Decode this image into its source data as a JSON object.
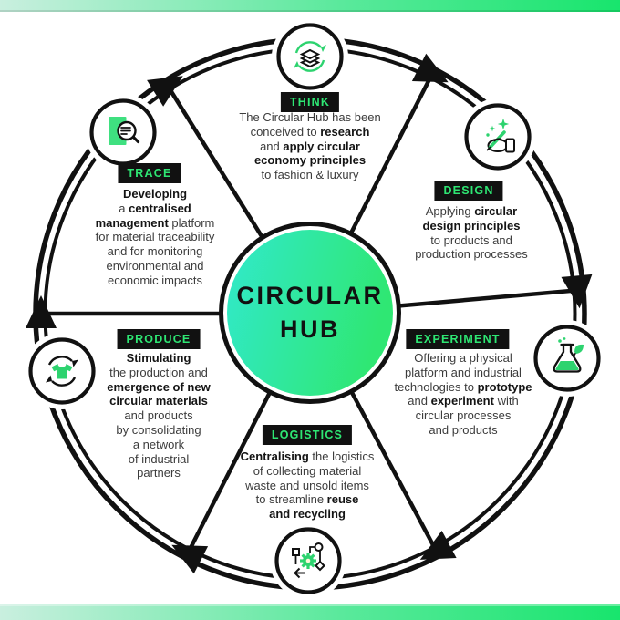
{
  "center": {
    "line1": "CIRCULAR",
    "line2": "HUB"
  },
  "flow": {
    "direction": "clockwise",
    "arrow_count": 6
  },
  "colors": {
    "accent_green": "#2dd36f",
    "badge_bg": "#111111",
    "badge_text": "#2ee673",
    "hub_gradient": [
      "#31e9c7",
      "#2fe773"
    ],
    "frame_gradient": [
      "#c9efdf",
      "#18e56d"
    ],
    "line_black": "#111111",
    "body_text": "#3c3c3c"
  },
  "sections": [
    {
      "id": "think",
      "label": "THINK",
      "icon": "layers-recycle-icon",
      "segments": [
        {
          "t": "The Circular Hub has been\nconceived to "
        },
        {
          "t": "research",
          "b": true
        },
        {
          "t": "\nand "
        },
        {
          "t": "apply circular\neconomy principles",
          "b": true
        },
        {
          "t": "\nto fashion & luxury"
        }
      ]
    },
    {
      "id": "design",
      "label": "DESIGN",
      "icon": "hand-pen-sparkles-icon",
      "segments": [
        {
          "t": "Applying "
        },
        {
          "t": "circular\ndesign principles",
          "b": true
        },
        {
          "t": "\nto products and\nproduction processes"
        }
      ]
    },
    {
      "id": "experiment",
      "label": "EXPERIMENT",
      "icon": "flask-leaf-icon",
      "segments": [
        {
          "t": "Offering a physical\nplatform and industrial\ntechnologies to "
        },
        {
          "t": "prototype",
          "b": true
        },
        {
          "t": "\nand "
        },
        {
          "t": "experiment",
          "b": true
        },
        {
          "t": " with\ncircular processes\nand products"
        }
      ]
    },
    {
      "id": "logistics",
      "label": "LOGISTICS",
      "icon": "gear-workflow-icon",
      "segments": [
        {
          "t": "Centralising",
          "b": true
        },
        {
          "t": " the logistics\nof collecting material\nwaste and unsold items\nto streamline "
        },
        {
          "t": "reuse\nand recycling",
          "b": true
        }
      ]
    },
    {
      "id": "produce",
      "label": "PRODUCE",
      "icon": "tshirt-recycle-icon",
      "segments": [
        {
          "t": "Stimulating",
          "b": true
        },
        {
          "t": "\nthe production and\n"
        },
        {
          "t": "emergence of new\ncircular materials",
          "b": true
        },
        {
          "t": "\nand products\nby consolidating\na network\nof industrial\npartners"
        }
      ]
    },
    {
      "id": "trace",
      "label": "TRACE",
      "icon": "document-magnifier-icon",
      "segments": [
        {
          "t": "Developing",
          "b": true
        },
        {
          "t": "\na "
        },
        {
          "t": "centralised\nmanagement",
          "b": true
        },
        {
          "t": " platform\nfor material traceability\nand for monitoring\nenvironmental and\neconomic impacts"
        }
      ]
    }
  ]
}
